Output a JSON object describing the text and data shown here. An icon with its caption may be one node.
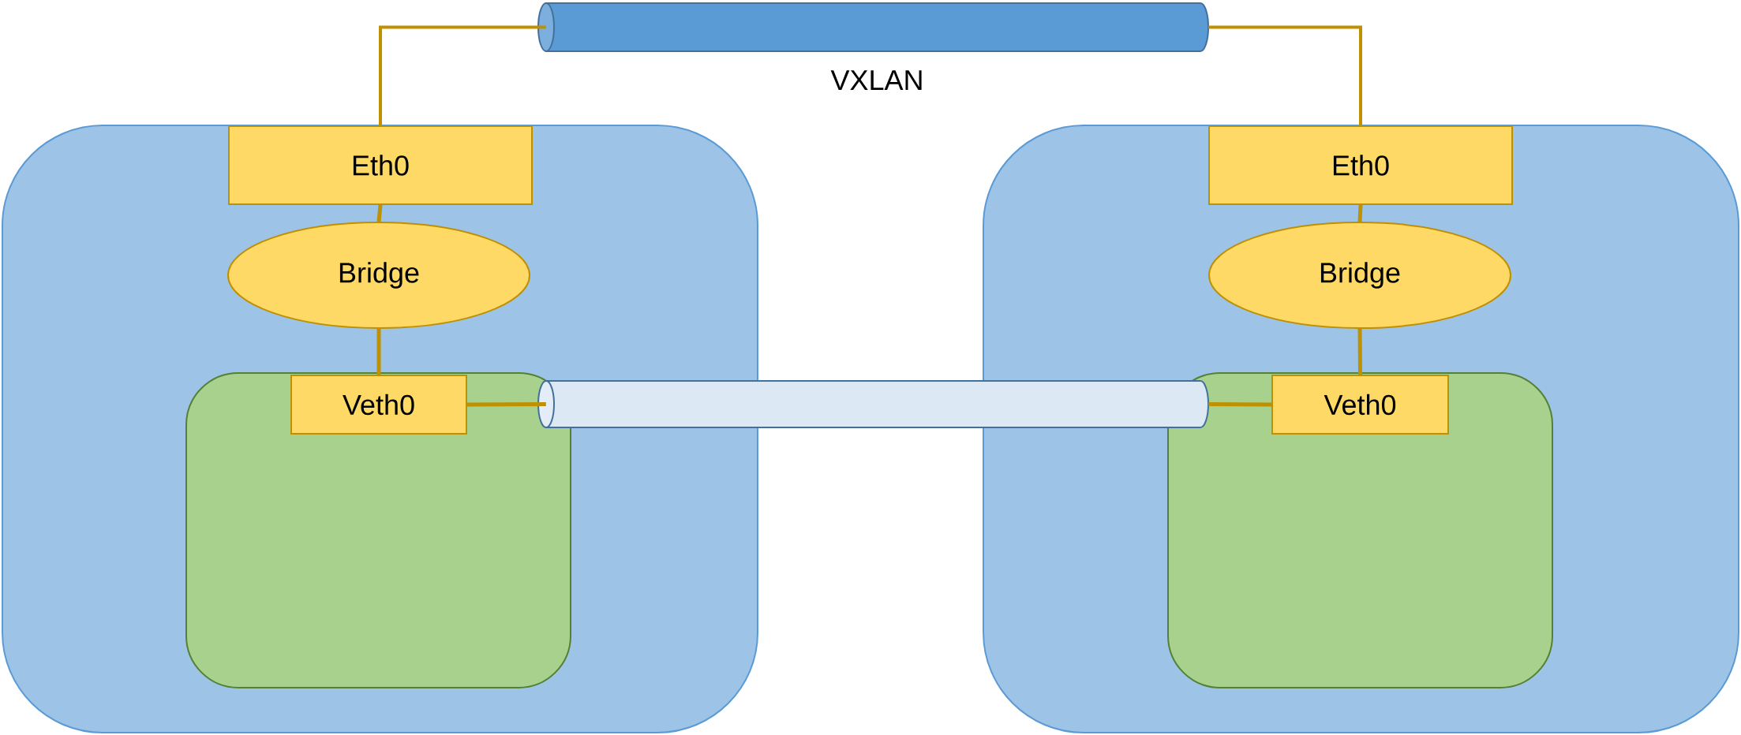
{
  "diagram": {
    "nodes": [
      {
        "text": [
          "VXLAN"
        ]
      },
      {
        "text": [],
        "shape": "box"
      },
      {
        "text": [
          "Eth0"
        ],
        "in": 1
      },
      {
        "text": [
          "Bridge"
        ],
        "in": 1
      },
      {
        "text": [],
        "shape": "box",
        "in": 1
      },
      {
        "text": [
          "Veth0"
        ],
        "in": 4
      },
      {
        "text": [],
        "shape": "box"
      },
      {
        "text": [
          "Eth0"
        ],
        "in": 6
      },
      {
        "text": [
          "Bridge"
        ],
        "in": 6
      },
      {
        "text": [],
        "shape": "box",
        "in": 6
      },
      {
        "text": [
          "Veth0"
        ],
        "in": 9
      },
      {
        "text": [],
        "shape": "cylinder"
      }
    ],
    "edges": [
      {
        "from": 2,
        "to": 0,
        "arrow": "none"
      },
      {
        "from": 7,
        "to": 0,
        "arrow": "none"
      },
      {
        "from": 2,
        "to": 3,
        "arrow": "none"
      },
      {
        "from": 3,
        "to": 5,
        "arrow": "none"
      },
      {
        "from": 7,
        "to": 8,
        "arrow": "none"
      },
      {
        "from": 8,
        "to": 10,
        "arrow": "none"
      },
      {
        "from": 5,
        "to": 11,
        "arrow": "none"
      },
      {
        "from": 11,
        "to": 10,
        "arrow": "none"
      }
    ]
  }
}
